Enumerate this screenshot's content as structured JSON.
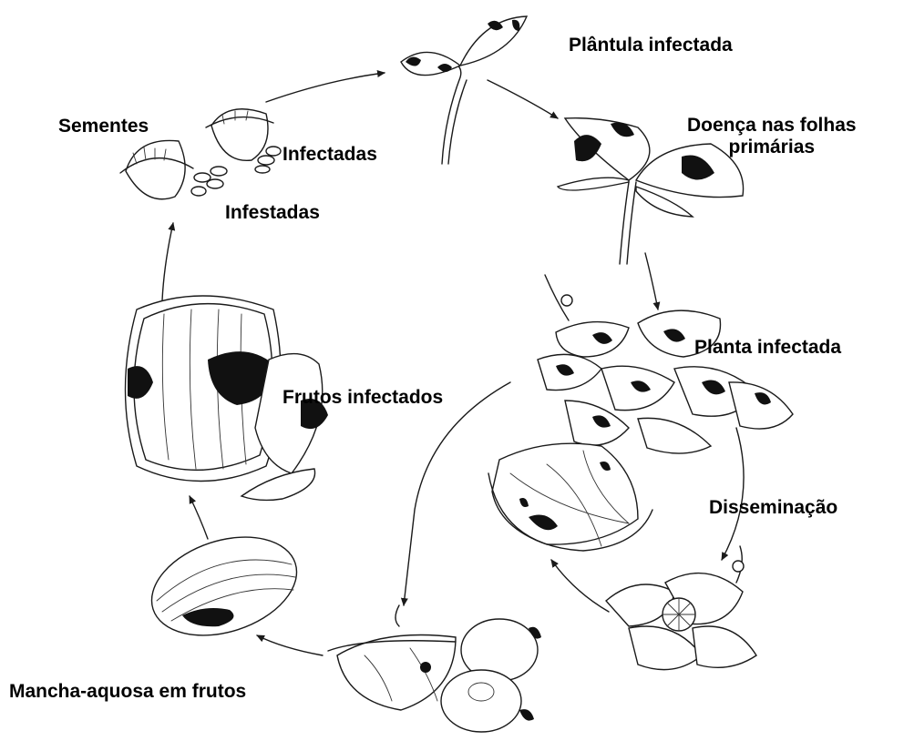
{
  "labels": {
    "seedling": "Plântula infectada",
    "primary_leaves": [
      "Doença nas folhas",
      "primárias"
    ],
    "seeds": "Sementes",
    "infected": "Infectadas",
    "infested": "Infestadas",
    "infected_plant": "Planta infectada",
    "infected_fruits": "Frutos infectados",
    "dissemination": "Disseminação",
    "fruit_spot": "Mancha-aquosa em frutos"
  },
  "colors": {
    "ink": "#1a1a1a",
    "lesion": "#111111",
    "background": "#ffffff"
  }
}
